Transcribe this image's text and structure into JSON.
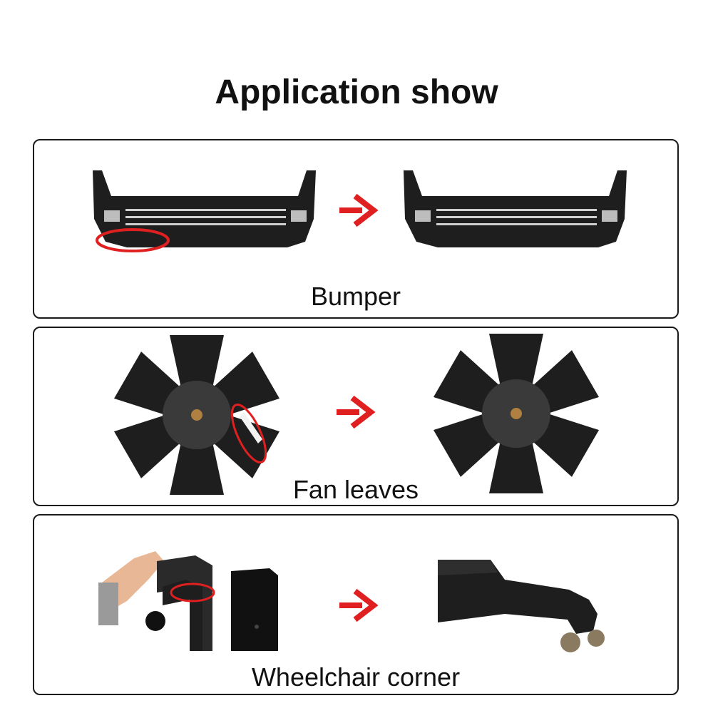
{
  "title": "Application show",
  "colors": {
    "accent_red": "#e02020",
    "part_dark": "#1e1e1e",
    "panel_border": "#1a1a1a"
  },
  "icons": {
    "arrow": "right-arrow-icon",
    "highlight": "damage-circle-icon"
  },
  "panels": [
    {
      "caption": "Bumper",
      "before_label": "damaged bumper",
      "after_label": "repaired bumper"
    },
    {
      "caption": "Fan leaves",
      "before_label": "damaged fan",
      "after_label": "repaired fan"
    },
    {
      "caption": "Wheelchair corner",
      "before_label": "damaged wheelchair armrest",
      "after_label": "repaired wheelchair armrest"
    }
  ]
}
